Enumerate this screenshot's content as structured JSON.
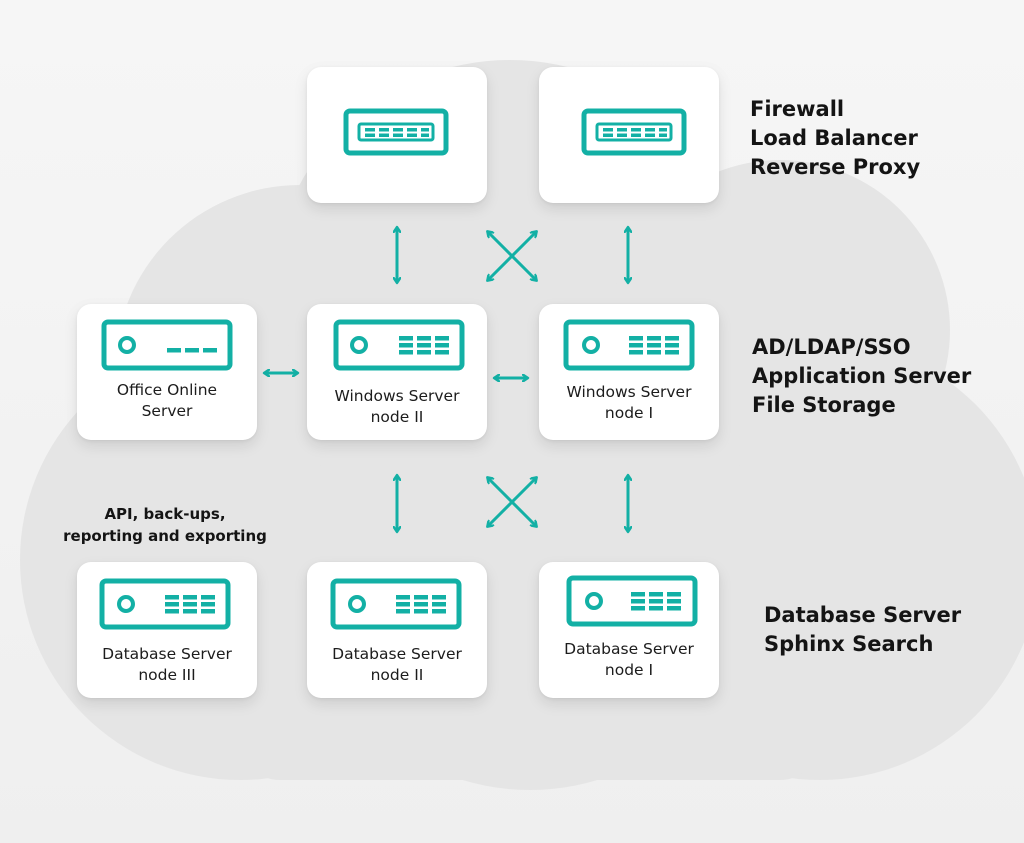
{
  "colors": {
    "accent": "#13b0a5",
    "card": "#ffffff",
    "cloud": "#e5e5e5",
    "text": "#141414"
  },
  "nodes": {
    "proxy_1": {
      "icon": "network-switch-icon",
      "label_lines": []
    },
    "proxy_2": {
      "icon": "network-switch-icon",
      "label_lines": []
    },
    "office_online": {
      "icon": "server-icon",
      "label_lines": [
        "Office Online",
        "Server"
      ]
    },
    "win_node_2": {
      "icon": "server-icon",
      "label_lines": [
        "Windows Server",
        "node II"
      ]
    },
    "win_node_1": {
      "icon": "server-icon",
      "label_lines": [
        "Windows Server",
        "node I"
      ]
    },
    "db_node_3": {
      "icon": "server-icon",
      "label_lines": [
        "Database Server",
        "node III"
      ]
    },
    "db_node_2": {
      "icon": "server-icon",
      "label_lines": [
        "Database Server",
        "node II"
      ]
    },
    "db_node_1": {
      "icon": "server-icon",
      "label_lines": [
        "Database Server",
        "node I"
      ]
    }
  },
  "tiers": {
    "proxy_tier": [
      "Firewall",
      "Load Balancer",
      "Reverse Proxy"
    ],
    "app_tier": [
      "AD/LDAP/SSO",
      "Application Server",
      "File Storage"
    ],
    "db_tier": [
      "Database Server",
      "Sphinx Search"
    ]
  },
  "api_note": [
    "API, back-ups,",
    "reporting and exporting"
  ],
  "connectors": [
    {
      "from": "proxy_1",
      "to": "win_node_2",
      "type": "bidirectional"
    },
    {
      "from": "proxy_2",
      "to": "win_node_1",
      "type": "bidirectional"
    },
    {
      "from": "proxy_1",
      "to": "win_node_1",
      "type": "cross"
    },
    {
      "from": "proxy_2",
      "to": "win_node_2",
      "type": "cross"
    },
    {
      "from": "office_online",
      "to": "win_node_2",
      "type": "bidirectional"
    },
    {
      "from": "win_node_2",
      "to": "win_node_1",
      "type": "bidirectional"
    },
    {
      "from": "win_node_2",
      "to": "db_node_2",
      "type": "bidirectional"
    },
    {
      "from": "win_node_1",
      "to": "db_node_1",
      "type": "bidirectional"
    },
    {
      "from": "win_node_2",
      "to": "db_node_1",
      "type": "cross"
    },
    {
      "from": "win_node_1",
      "to": "db_node_2",
      "type": "cross"
    }
  ]
}
